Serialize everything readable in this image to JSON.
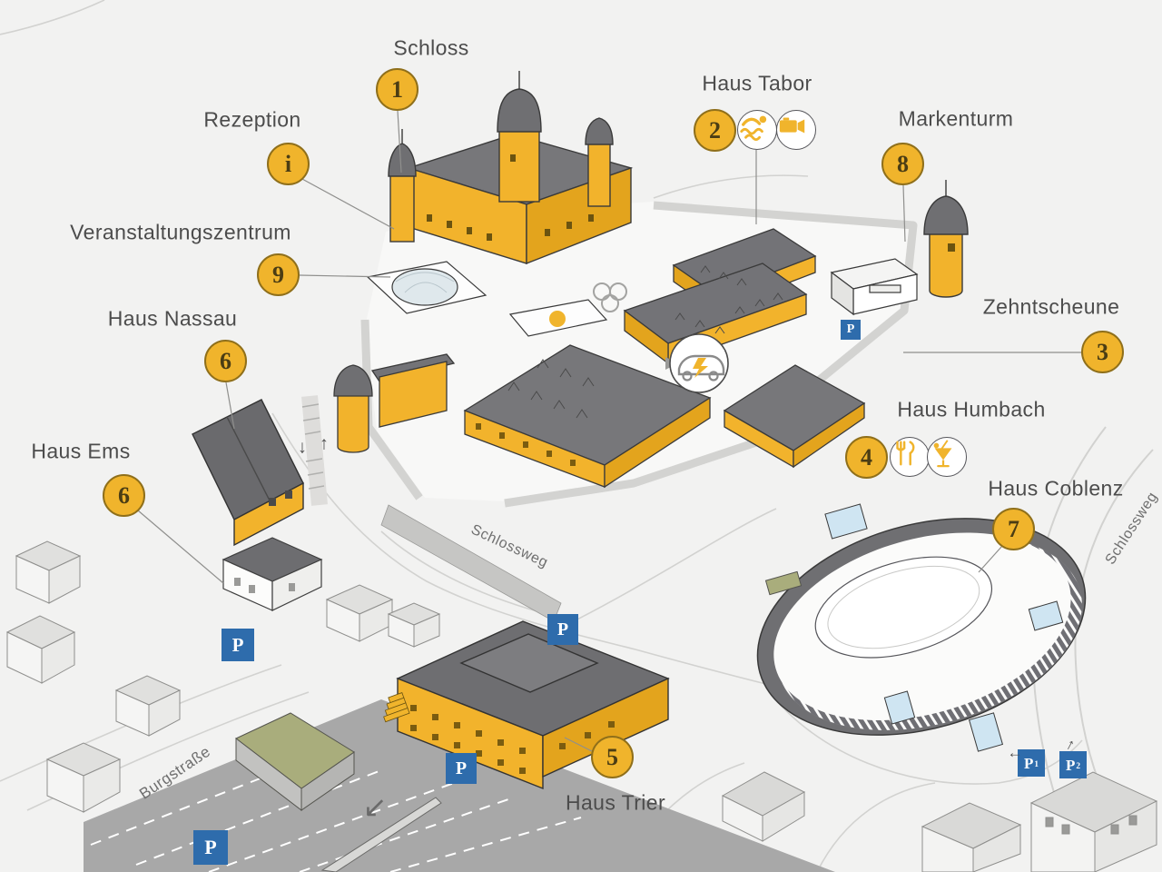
{
  "map": {
    "colors": {
      "background": "#f2f2f1",
      "building_yellow": "#f2b32c",
      "roof_gray": "#737377",
      "marker_yellow": "#f0b42c",
      "parking_blue": "#2e6cac",
      "green_roof": "#a9ad7c",
      "glass_blue": "#cfe5f2"
    },
    "locations": [
      {
        "id": "schloss",
        "label": "Schloss",
        "marker": "1"
      },
      {
        "id": "rezeption",
        "label": "Rezeption",
        "marker": "i"
      },
      {
        "id": "haus-tabor",
        "label": "Haus Tabor",
        "marker": "2",
        "icons": [
          "swimmer-icon",
          "video-camera-icon"
        ]
      },
      {
        "id": "markenturm",
        "label": "Markenturm",
        "marker": "8"
      },
      {
        "id": "veranstaltungszentrum",
        "label": "Veranstaltungszentrum",
        "marker": "9"
      },
      {
        "id": "haus-nassau",
        "label": "Haus Nassau",
        "marker": "6"
      },
      {
        "id": "haus-ems",
        "label": "Haus Ems",
        "marker": "6"
      },
      {
        "id": "zehntscheune",
        "label": "Zehntscheune",
        "marker": "3"
      },
      {
        "id": "haus-humbach",
        "label": "Haus Humbach",
        "marker": "4",
        "icons": [
          "restaurant-icon",
          "cocktail-icon"
        ]
      },
      {
        "id": "haus-coblenz",
        "label": "Haus Coblenz",
        "marker": "7"
      },
      {
        "id": "haus-trier",
        "label": "Haus Trier",
        "marker": "5"
      }
    ],
    "streets": [
      {
        "id": "burgstrasse",
        "label": "Burgstraße"
      },
      {
        "id": "schlossweg-center",
        "label": "Schlossweg"
      },
      {
        "id": "schlossweg-east",
        "label": "Schlossweg"
      }
    ],
    "parking": {
      "sign": "P",
      "p1_sub": "1",
      "p2_sub": "2"
    },
    "symbols": {
      "ev_charging": "car-charging-icon",
      "arrow_down": "↓",
      "arrow_up": "↑",
      "arrow_left": "←",
      "arrow_up_right": "↑",
      "arrow_down_left": "↙"
    }
  }
}
